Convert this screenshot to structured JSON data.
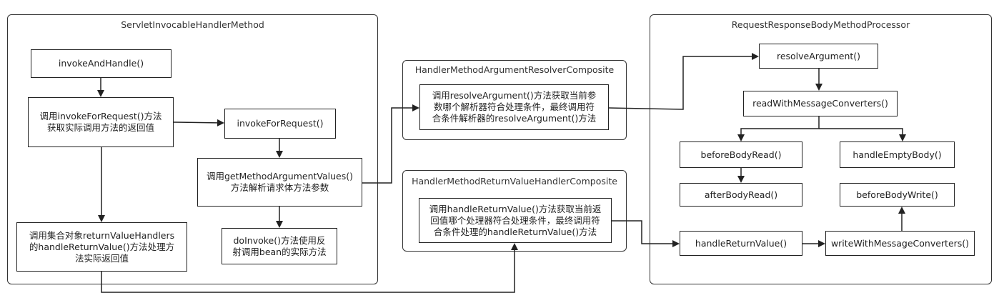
{
  "groups": {
    "servlet": "ServletInvocableHandlerMethod",
    "resolver": "HandlerMethodArgumentResolverComposite",
    "returnHandler": "HandlerMethodReturnValueHandlerComposite",
    "processor": "RequestResponseBodyMethodProcessor"
  },
  "nodes": {
    "invokeAndHandle": "invokeAndHandle()",
    "callInvokeForRequest": "调用invokeForRequest()方法\n获取实际调用方法的返回值",
    "invokeForRequest": "invokeForRequest()",
    "getMethodArgumentValues": "调用getMethodArgumentValues()\n方法解析请求体方法参数",
    "doInvoke": "doInvoke()方法使用反\n射调用bean的实际方法",
    "returnValueHandlers": "调用集合对象returnValueHandlers\n的handleReturnValue()方法处理方\n法实际返回值",
    "resolveArgumentComposite": "调用resolveArgument()方法获取当前参\n数哪个解析器符合处理条件，最终调用符\n合条件解析器的resolveArgument()方法",
    "handleReturnValueComposite": "调用handleReturnValue()方法获取当前返\n回值哪个处理器符合处理条件，最终调用符\n合条件处理的handleReturnValue()方法",
    "resolveArgument": "resolveArgument()",
    "readWithMessageConverters": "readWithMessageConverters()",
    "beforeBodyRead": "beforeBodyRead()",
    "handleEmptyBody": "handleEmptyBody()",
    "afterBodyRead": "afterBodyRead()",
    "beforeBodyWrite": "beforeBodyWrite()",
    "handleReturnValue": "handleReturnValue()",
    "writeWithMessageConverters": "writeWithMessageConverters()"
  },
  "colors": {
    "stroke": "#222222",
    "background": "#ffffff"
  }
}
